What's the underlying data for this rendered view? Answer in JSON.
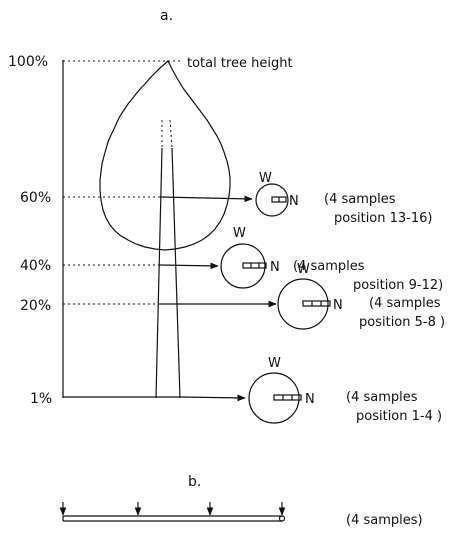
{
  "panel_a": {
    "label": "a.",
    "total_height_label": "total tree height",
    "levels": [
      {
        "percent_label": "100%"
      },
      {
        "percent_label": "60%",
        "direction_west": "W",
        "direction_north": "N",
        "samples_line1": "(4 samples",
        "samples_line2": "position 13-16)"
      },
      {
        "percent_label": "40%",
        "direction_west": "W",
        "direction_north": "N",
        "samples_line1": "(4 samples",
        "samples_line2": "position 9-12)"
      },
      {
        "percent_label": "20%",
        "direction_west": "W",
        "direction_north": "N",
        "samples_line1": "(4 samples",
        "samples_line2": "position 5-8 )"
      },
      {
        "percent_label": "1%",
        "direction_west": "W",
        "direction_north": "N",
        "samples_line1": "(4 samples",
        "samples_line2": "position 1-4 )"
      }
    ]
  },
  "panel_b": {
    "label": "b.",
    "samples_label": "(4 samples)"
  }
}
